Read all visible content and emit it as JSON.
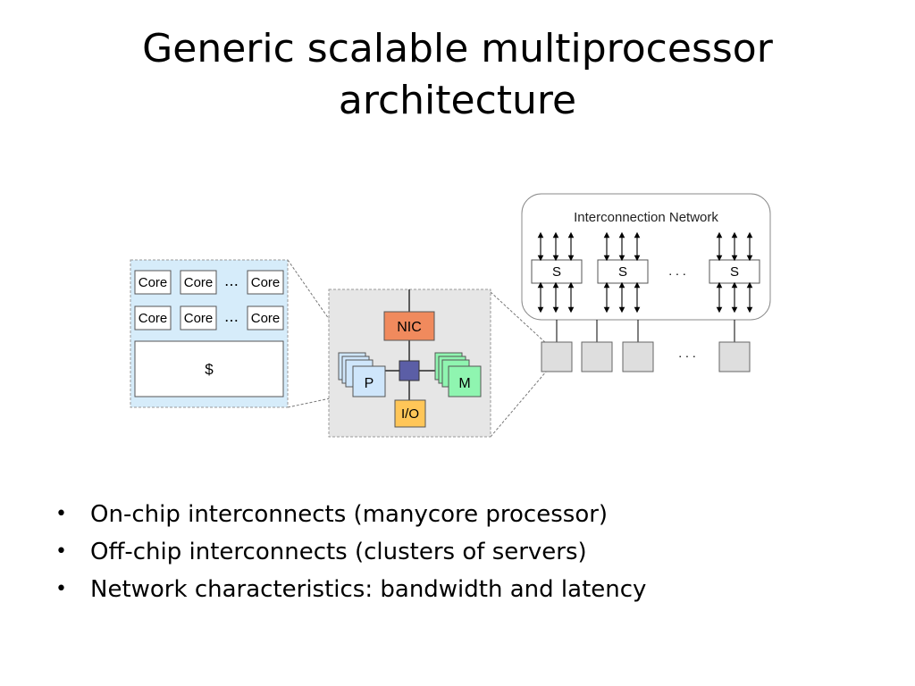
{
  "title": {
    "line1": "Generic scalable multiprocessor",
    "line2": "architecture"
  },
  "diagram": {
    "network": {
      "label": "Interconnection Network",
      "switch_label": "S",
      "ellipsis": ". . .",
      "node_ellipsis": ". . ."
    },
    "node": {
      "nic_label": "NIC",
      "processor_label": "P",
      "memory_label": "M",
      "io_label": "I/O"
    },
    "chip": {
      "core_label": "Core",
      "core_ellipsis": "…",
      "cache_label": "$"
    },
    "colors": {
      "chip_bg": "#d6ecfa",
      "node_bg": "#e6e6e6",
      "nic": "#f08a5d",
      "io": "#ffc658",
      "processor": "#cfe6fb",
      "memory": "#8ff5b0",
      "hub": "#5b5ea6"
    }
  },
  "bullets": [
    "On-chip interconnects (manycore processor)",
    "Off-chip interconnects (clusters of servers)",
    "Network characteristics: bandwidth and latency"
  ]
}
